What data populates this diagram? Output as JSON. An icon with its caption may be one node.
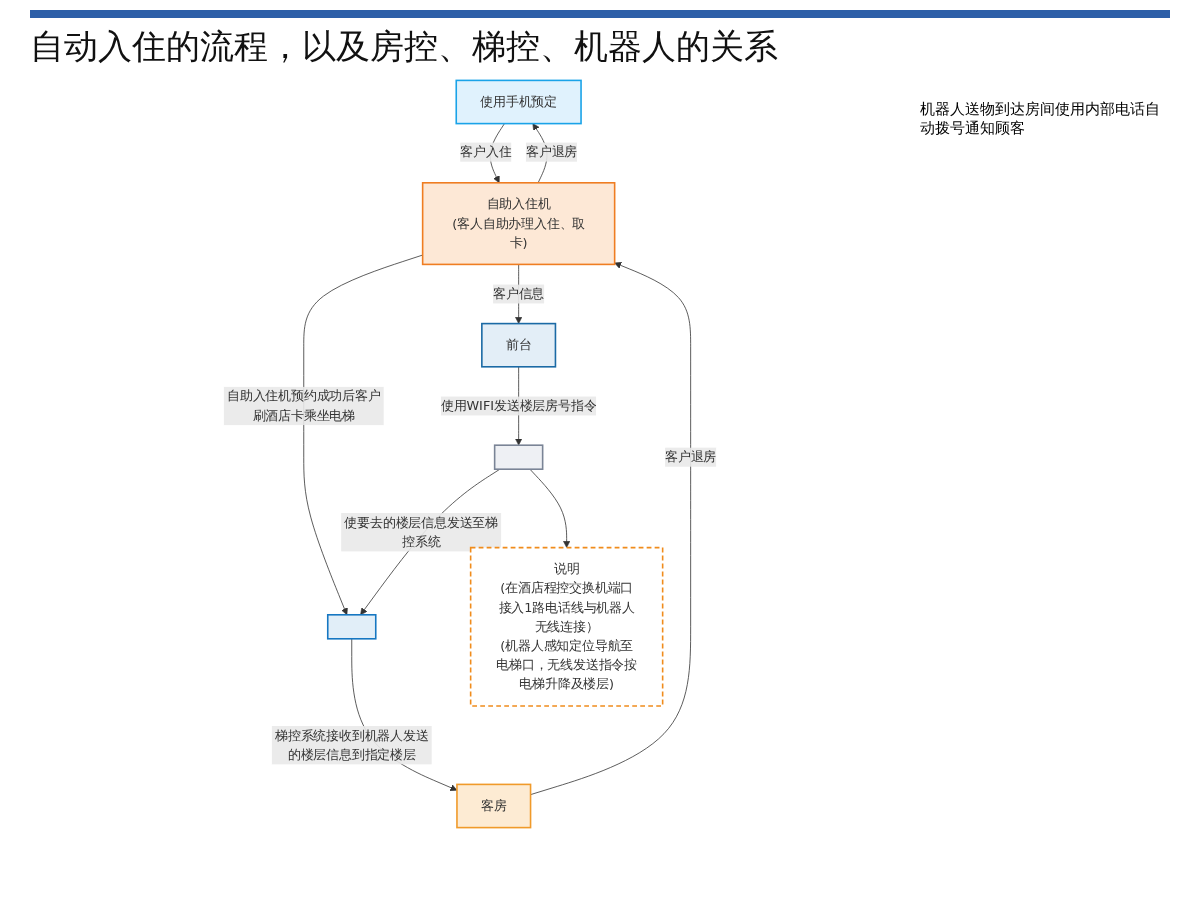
{
  "diagram": {
    "title": "自动入住的流程，以及房控、梯控、机器人的关系",
    "nodes": [
      {
        "text": [
          "使用手机预定"
        ]
      },
      {
        "text": [
          "自助入住机",
          "(客人自助办理入住、取卡)"
        ]
      },
      {
        "text": [
          "前台"
        ]
      },
      {
        "text": [],
        "shape": "box"
      },
      {
        "text": [],
        "shape": "box"
      },
      {
        "text": [
          "客房"
        ]
      },
      {
        "text": [
          "说明",
          "(在酒店程控交换机端口接入1路电话线与机器人无线连接）",
          "(机器人感知定位导航至电梯口，无线发送指令按电梯升降及楼层)"
        ]
      }
    ],
    "edges": [
      {
        "from": 1,
        "to": 0,
        "arrow": "to",
        "label": "客户退房"
      },
      {
        "from": 0,
        "to": 1,
        "arrow": "to",
        "label": "客户入住"
      },
      {
        "from": 1,
        "to": 2,
        "arrow": "to",
        "label": "客户信息"
      },
      {
        "from": 2,
        "to": 3,
        "arrow": "to",
        "label": "使用WIFI发送楼层房号指令"
      },
      {
        "from": 1,
        "to": 4,
        "arrow": "to",
        "label": "自助入住机预约成功后客户刷酒店卡乘坐电梯"
      },
      {
        "from": 3,
        "to": 4,
        "arrow": "to",
        "label": "使要去的楼层信息发送至梯控系统"
      },
      {
        "from": 4,
        "to": 5,
        "arrow": "to",
        "label": "梯控系统接收到机器人发送的楼层信息到指定楼层"
      },
      {
        "from": 5,
        "to": 1,
        "arrow": "to",
        "label": "客户退房"
      },
      {
        "from": 3,
        "to": 6,
        "arrow": "to"
      }
    ],
    "labels": [
      "机器人送物到达房间使用内部电话自动拨号通知顾客"
    ]
  }
}
